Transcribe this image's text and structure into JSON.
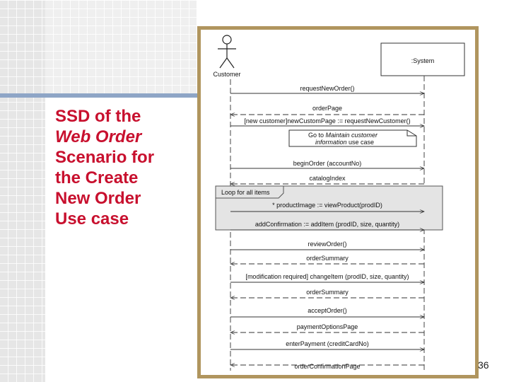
{
  "title": {
    "line1": "SSD of the",
    "line2": "Web Order",
    "line3": "Scenario for",
    "line4": "the Create",
    "line5": "New Order",
    "line6": "Use case"
  },
  "diagram": {
    "actor_label": "Customer",
    "system_label": ":System",
    "note": {
      "line1_prefix": "Go to ",
      "line1_italic": "Maintain customer",
      "line2_italic": "information",
      "line2_suffix": " use case"
    },
    "loop_label": "Loop for all items",
    "messages": [
      {
        "text": "requestNewOrder()",
        "direction": "right"
      },
      {
        "text": "orderPage",
        "direction": "left"
      },
      {
        "text": "[new customer]newCustomPage := requestNewCustomer()",
        "direction": "right"
      },
      {
        "text": "beginOrder (accountNo)",
        "direction": "right"
      },
      {
        "text": "catalogIndex",
        "direction": "left"
      },
      {
        "text": "* productImage := viewProduct(prodID)",
        "direction": "right"
      },
      {
        "text": "addConfirmation := addItem (prodID, size, quantity)",
        "direction": "right"
      },
      {
        "text": "reviewOrder()",
        "direction": "right"
      },
      {
        "text": "orderSummary",
        "direction": "left"
      },
      {
        "text": "[modification required] changeItem (prodID, size, quantity)",
        "direction": "right"
      },
      {
        "text": "orderSummary",
        "direction": "left"
      },
      {
        "text": "acceptOrder()",
        "direction": "right"
      },
      {
        "text": "paymentOptionsPage",
        "direction": "left"
      },
      {
        "text": "enterPayment (creditCardNo)",
        "direction": "right"
      },
      {
        "text": "orderConfirmationPage",
        "direction": "left"
      }
    ]
  },
  "page_number": "36",
  "colors": {
    "title": "#c8102e",
    "frame": "#b0955e",
    "loop_fill": "#e4e4e4",
    "rule": "#8ea5c6"
  }
}
